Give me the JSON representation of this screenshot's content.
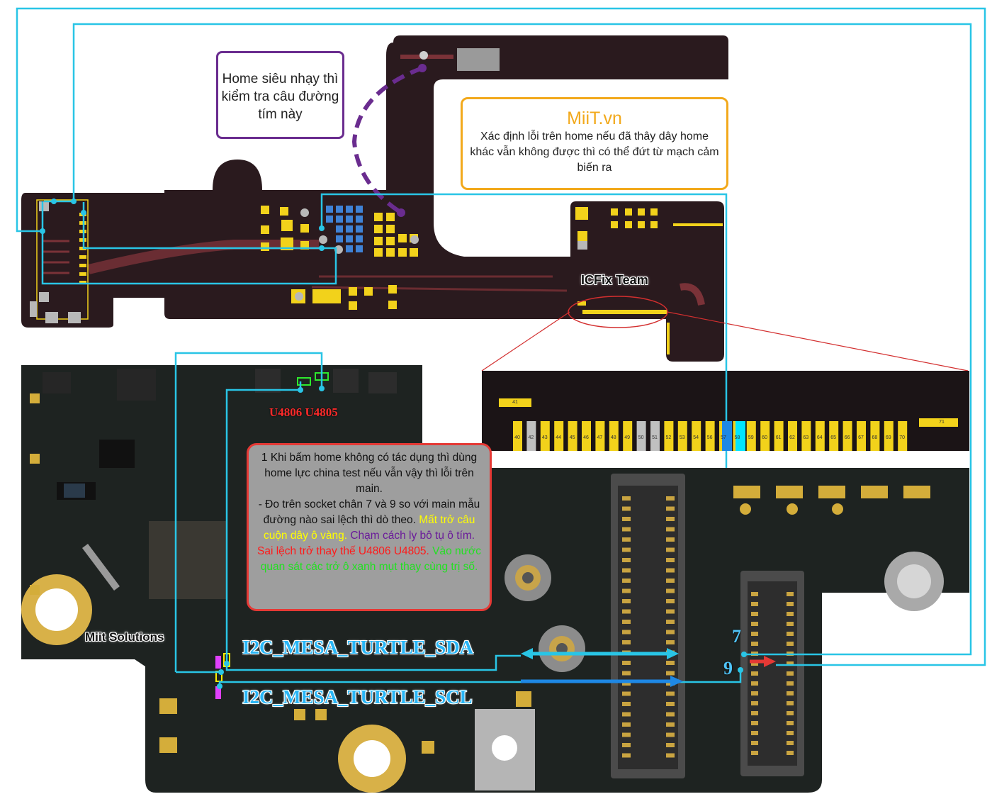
{
  "callouts": {
    "purple_note": "Home siêu nhạy thì kiểm tra câu đường tím này",
    "brand": "MiiT.vn",
    "orange_note": "Xác định lỗi trên home nếu đã thây dây home khác vẫn không được thì có thể đứt từ mạch cảm biến ra",
    "red_note_line1": "1 Khi bấm home không có tác dụng thì dùng home lực china test nếu vẫn vậy thì lỗi trên main.",
    "red_note_line2": "- Đo trên socket chân 7 và 9 so với main mẫu đường nào sai lệch thì dò theo.",
    "red_note_yellow": "Mất trở câu cuộn dây ô vàng.",
    "red_note_purple": "Chạm cách ly bô tụ ô tím.",
    "red_note_red": "Sai lệch trở thay thế U4806 U4805.",
    "red_note_green": "Vào nước quan sát các trở ô xanh mụt thay cùng trị số."
  },
  "labels": {
    "ic_label": "U4806 U4805",
    "sda": "I2C_MESA_TURTLE_SDA",
    "scl": "I2C_MESA_TURTLE_SCL",
    "pin7": "7",
    "pin9": "9",
    "team": "ICFix Team",
    "solutions": "Miit Solutions"
  },
  "connector_pins": [
    "40",
    "42",
    "43",
    "44",
    "45",
    "46",
    "47",
    "48",
    "49",
    "50",
    "51",
    "52",
    "53",
    "54",
    "56",
    "57",
    "58",
    "59",
    "60",
    "61",
    "62",
    "63",
    "64",
    "65",
    "66",
    "67",
    "68",
    "69",
    "70"
  ],
  "connector_top_labels": [
    "41",
    "71"
  ],
  "colors": {
    "trace": "#29c5e6",
    "purple": "#6a2c8f",
    "orange": "#f2a91c",
    "red": "#e53935",
    "pad_gold": "#f2d21b",
    "flex_bg": "#2a1a1e",
    "pcb_bg": "#1e2321"
  }
}
